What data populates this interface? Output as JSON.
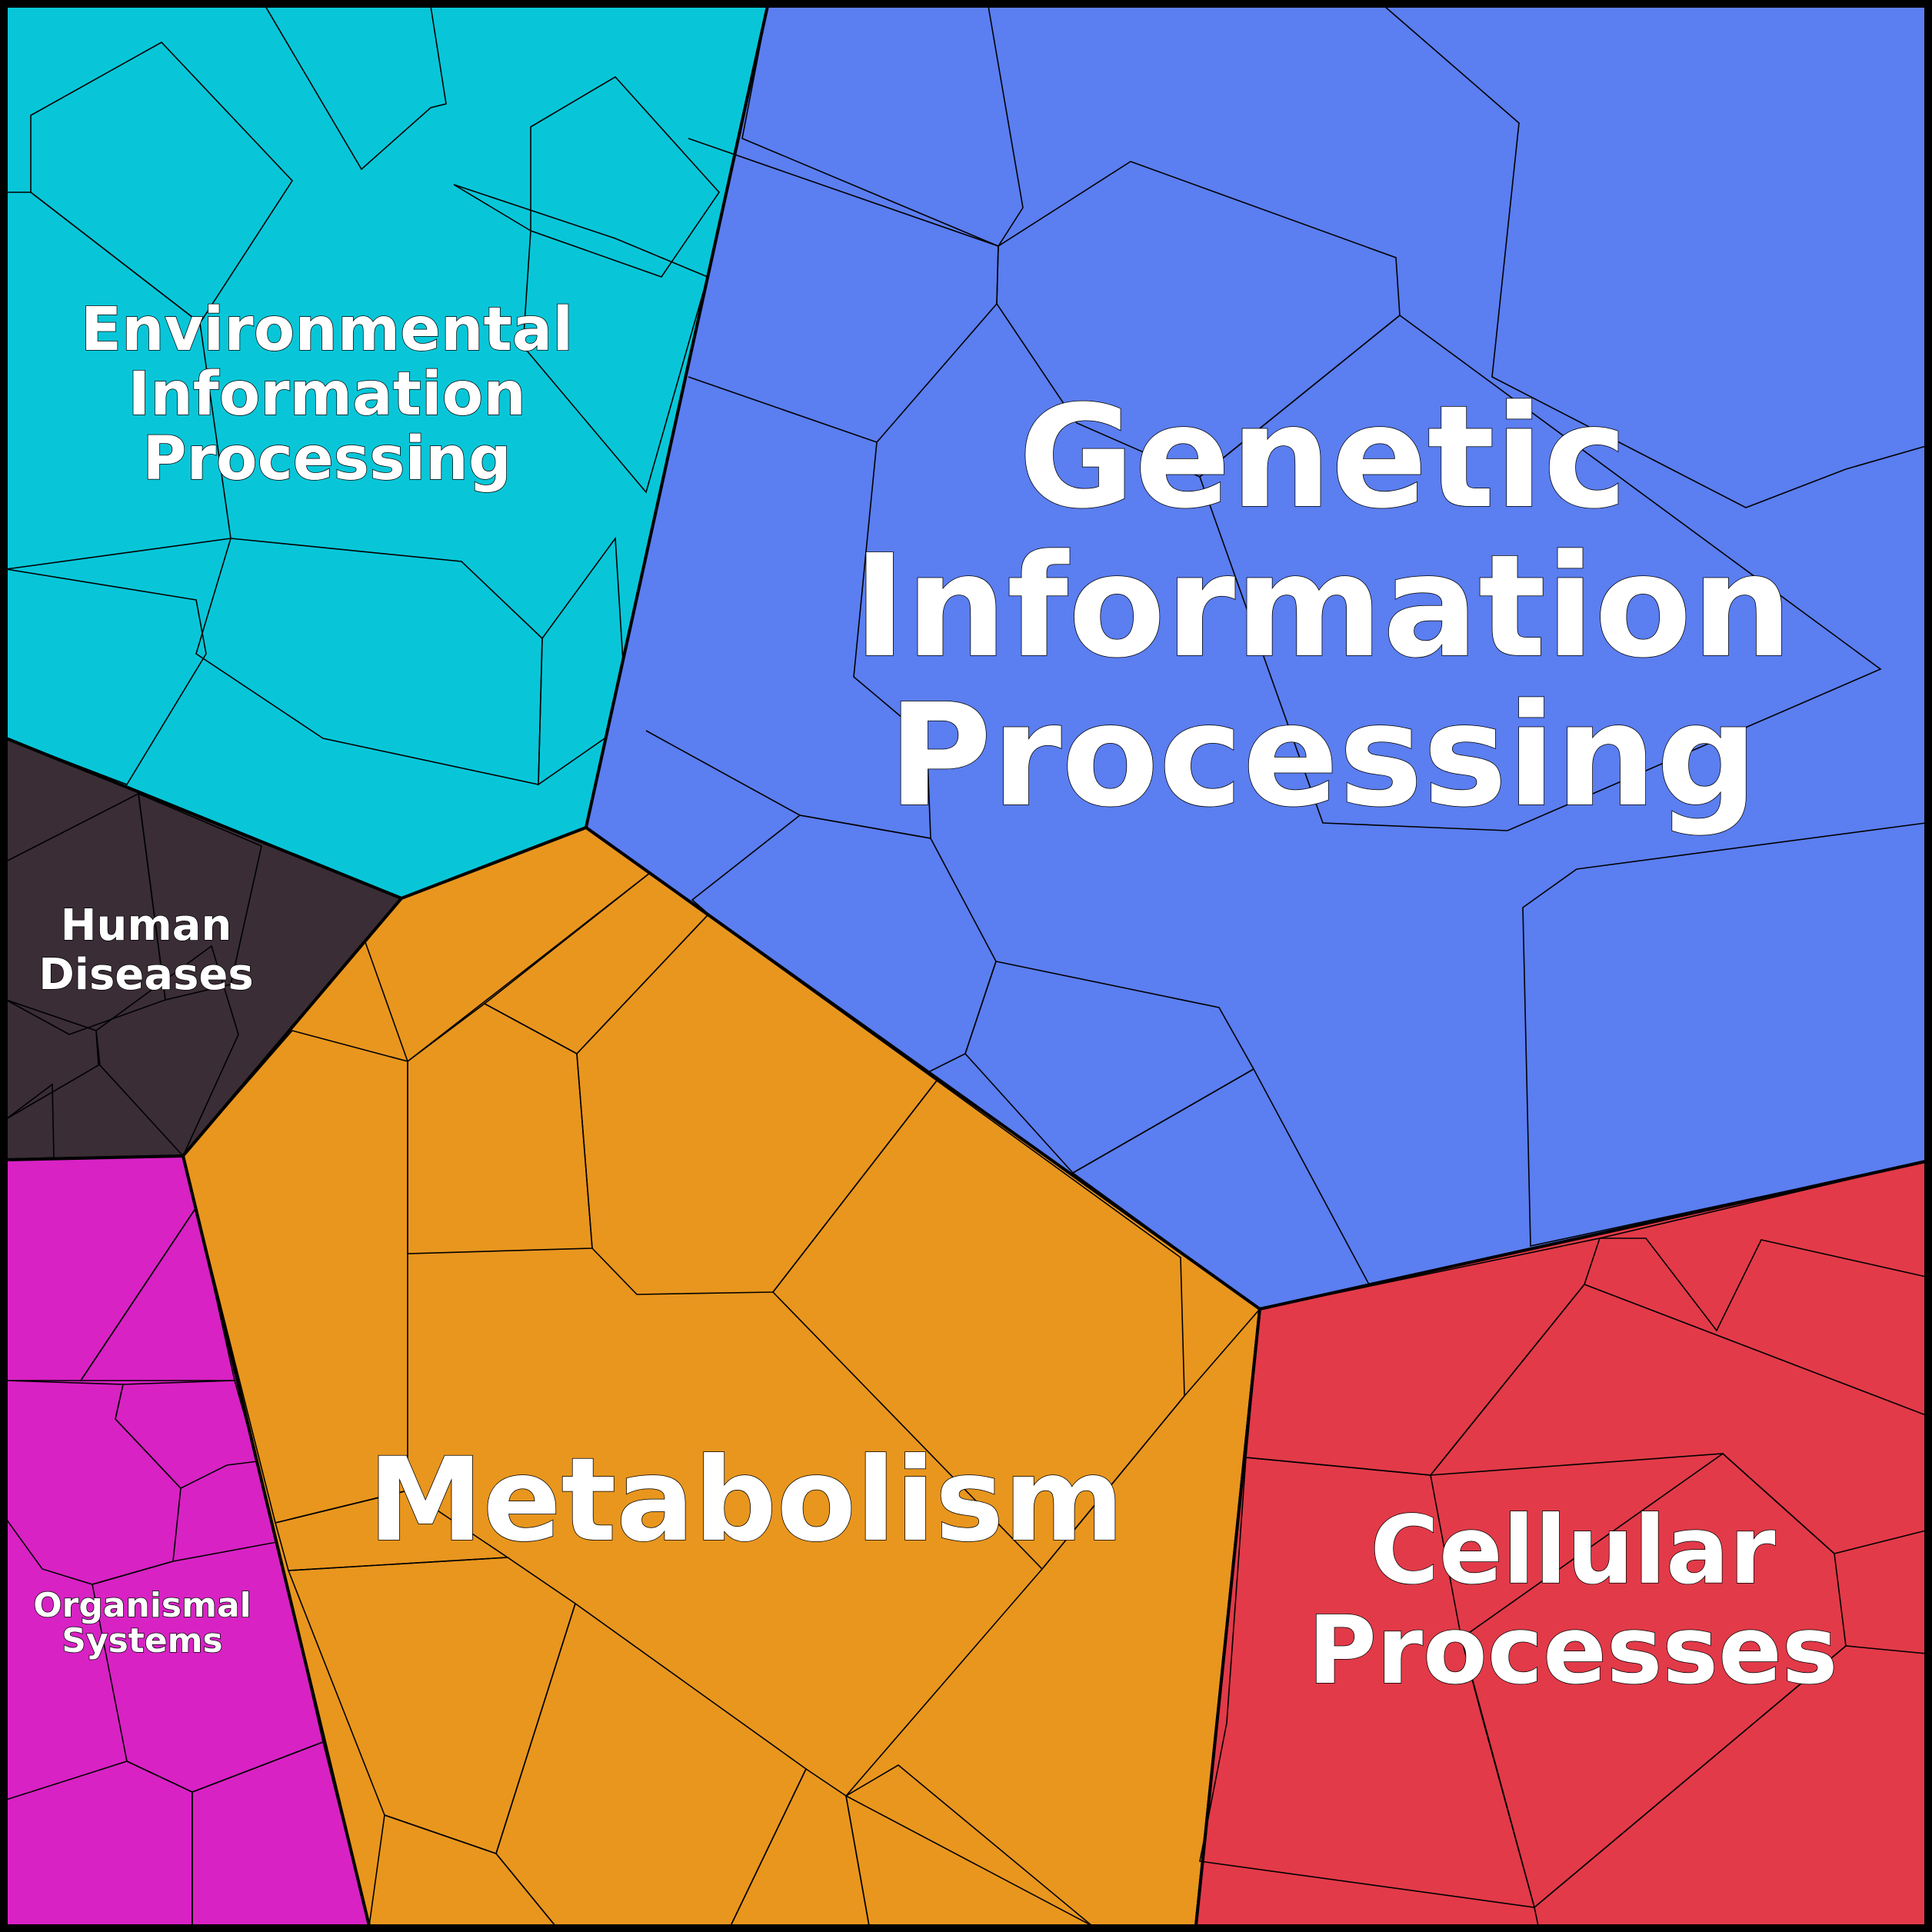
{
  "diagram": {
    "type": "voronoi-treemap",
    "regions": [
      {
        "id": "environmental",
        "label_lines": [
          "Environmental",
          "Information",
          "Processing"
        ],
        "base_color": "#08c6d8",
        "cell_colors": [
          "#06b8c4",
          "#0acbd8",
          "#02e2f4",
          "#0ee0e0",
          "#12c0d0",
          "#00f2ff",
          "#05d3e0",
          "#0fa8b6"
        ]
      },
      {
        "id": "genetic",
        "label_lines": [
          "Genetic",
          "Information",
          "Processing"
        ],
        "base_color": "#5b7ef0",
        "cell_colors": [
          "#5e6ae8",
          "#4a74e8",
          "#6a8af0",
          "#8ab4f8",
          "#9cd0fb",
          "#74a6f2",
          "#4d4fcc",
          "#4b5fd6"
        ]
      },
      {
        "id": "human-diseases",
        "label_lines": [
          "Human",
          "Diseases"
        ],
        "base_color": "#3a2d36",
        "cell_colors": [
          "#3b2a3e",
          "#2e2624",
          "#4a3f3c",
          "#6f7468",
          "#5e5a60",
          "#7a6c80"
        ]
      },
      {
        "id": "metabolism",
        "label_lines": [
          "Metabolism"
        ],
        "base_color": "#e8961e",
        "cell_colors": [
          "#d98e2c",
          "#ffb42a",
          "#f0a418",
          "#e88c20",
          "#8c3e00",
          "#b0622a",
          "#e4b46a",
          "#c05018"
        ]
      },
      {
        "id": "organismal",
        "label_lines": [
          "Organismal",
          "Systems"
        ],
        "base_color": "#d822c4",
        "cell_colors": [
          "#e22ed8",
          "#f012e8",
          "#b010b8",
          "#c82ca8",
          "#f0408c",
          "#ff4aa6",
          "#dc34c0"
        ]
      },
      {
        "id": "cellular",
        "label_lines": [
          "Cellular",
          "Processes"
        ],
        "base_color": "#e23a48",
        "cell_colors": [
          "#ff5a5a",
          "#e82a44",
          "#b00818",
          "#c80c1c",
          "#f03848",
          "#d82c40",
          "#e43a50"
        ]
      }
    ]
  }
}
